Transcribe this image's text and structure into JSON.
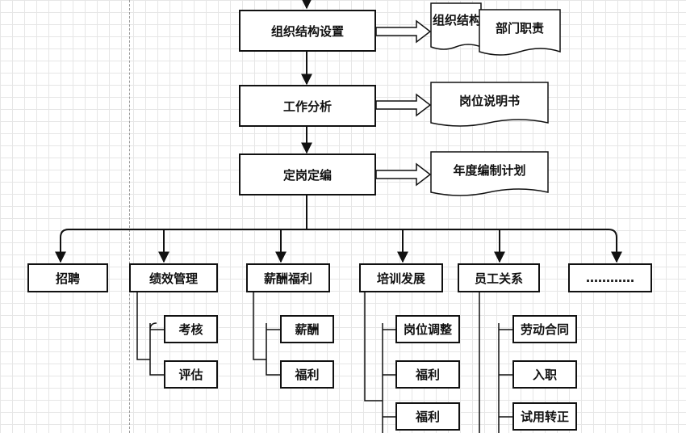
{
  "process": {
    "step1": "组织结构设置",
    "step2": "工作分析",
    "step3": "定岗定编"
  },
  "documents": {
    "doc1": "组织结构",
    "doc2": "部门职责",
    "doc3": "岗位说明书",
    "doc4": "年度编制计划"
  },
  "modules": {
    "recruit": "招聘",
    "performance": "绩效管理",
    "compensation": "薪酬福利",
    "training": "培训发展",
    "employee": "员工关系",
    "more": "…………"
  },
  "performance_children": [
    "考核",
    "评估"
  ],
  "compensation_children": [
    "薪酬",
    "福利"
  ],
  "training_children": [
    "岗位调整",
    "福利",
    "福利"
  ],
  "employee_children": [
    "劳动合同",
    "入职",
    "试用转正"
  ]
}
